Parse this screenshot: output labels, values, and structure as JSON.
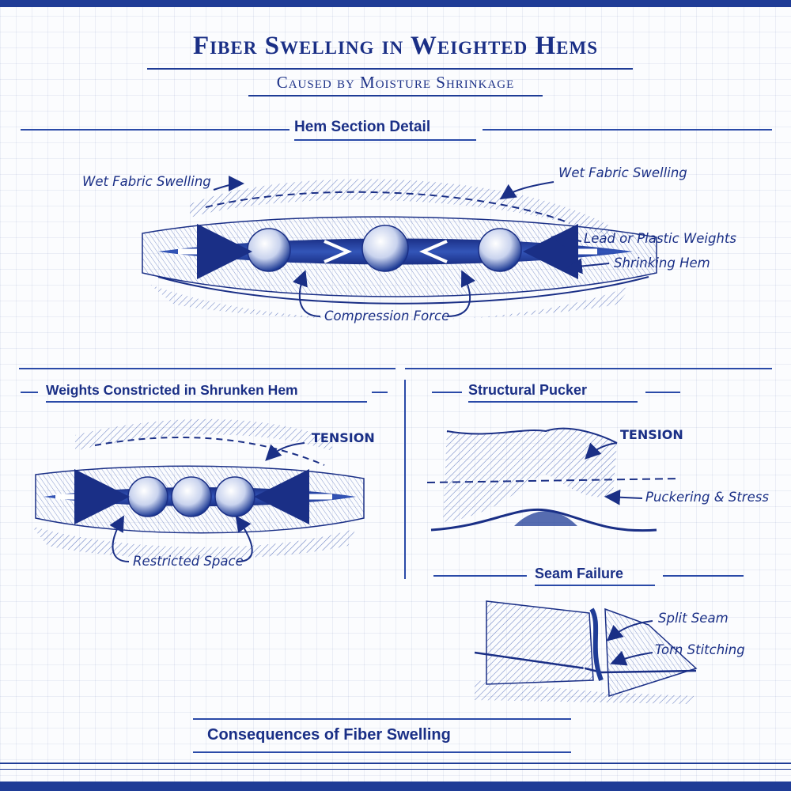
{
  "title": "Fiber Swelling in Weighted Hems",
  "subtitle": "Caused by Moisture Shrinkage",
  "sections": {
    "hem_detail": {
      "heading": "Hem Section Detail",
      "labels": {
        "wet_left": "Wet Fabric Swelling",
        "wet_right": "Wet Fabric Swelling",
        "weights": "Lead or Plastic Weights",
        "shrinking": "Shrinking Hem",
        "compression": "Compression Force"
      }
    },
    "constricted": {
      "heading": "Weights Constricted in Shrunken Hem",
      "labels": {
        "tension": "TENSION",
        "restricted": "Restricted Space"
      }
    },
    "pucker": {
      "heading": "Structural Pucker",
      "labels": {
        "tension": "TENSION",
        "puckering": "Puckering & Stress"
      }
    },
    "seam": {
      "heading": "Seam Failure",
      "labels": {
        "split": "Split Seam",
        "torn": "Torn Stitching"
      }
    }
  },
  "footer": "Consequences of Fiber Swelling",
  "colors": {
    "ink": "#1a2f86",
    "accent": "#1f3c96",
    "paper": "#fbfcfe"
  }
}
